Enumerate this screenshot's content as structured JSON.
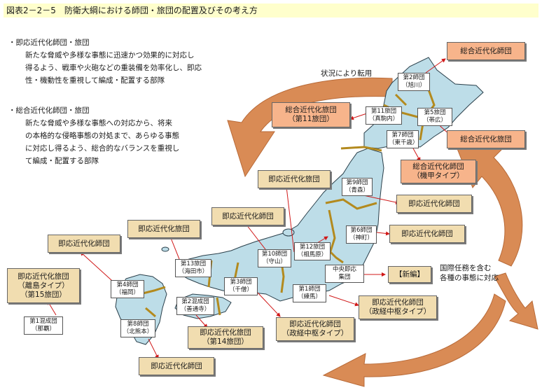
{
  "title": "図表2－2－5　防衛大綱における師団・旅団の配置及びその考え方",
  "descriptions": [
    {
      "heading": "・即応近代化師団・旅団",
      "body": "新たな脅威や多様な事態に迅速かつ効果的に対応し\n得るよう、戦車や火砲などの重装備を効率化し、即応\n性・機動性を重視して編成・配置する部隊"
    },
    {
      "heading": "・総合近代化師団・旅団",
      "body": "新たな脅威や多様な事態への対応から、将来\nの本格的な侵略事態の対処まで、あらゆる事態\nに対応し得るよう、総合的なバランスを重視し\nて編成・配置する部隊"
    }
  ],
  "arrow_labels": {
    "transfer": "状況により転用",
    "international": "国際任務を含む\n各種の事態に対応"
  },
  "units": [
    {
      "id": "d2",
      "text": "第2師団\n（旭川）"
    },
    {
      "id": "b11",
      "text": "第11旅団\n（真駒内）"
    },
    {
      "id": "b5",
      "text": "第5旅団\n（帯広）"
    },
    {
      "id": "d7",
      "text": "第7師団\n（東千歳）"
    },
    {
      "id": "d9",
      "text": "第9師団\n（青森）"
    },
    {
      "id": "d6",
      "text": "第6師団\n（神町）"
    },
    {
      "id": "d10",
      "text": "第10師団\n（守山）"
    },
    {
      "id": "b12",
      "text": "第12旅団\n（相馬原）"
    },
    {
      "id": "central",
      "text": "中央即応\n集団"
    },
    {
      "id": "d1",
      "text": "第1師団\n（練馬）"
    },
    {
      "id": "d3",
      "text": "第3師団\n（千僧）"
    },
    {
      "id": "b13",
      "text": "第13旅団\n（海田市）"
    },
    {
      "id": "d4",
      "text": "第4師団\n（福岡）"
    },
    {
      "id": "b2",
      "text": "第2混成団\n（善通寺）"
    },
    {
      "id": "d8",
      "text": "第8師団\n（北熊本）"
    },
    {
      "id": "cg1",
      "text": "第1混成団\n（那覇）"
    }
  ],
  "boxes": [
    {
      "id": "box-d2",
      "text": "総合近代化師団",
      "color": "salmon"
    },
    {
      "id": "box-b11",
      "text": "総合近代化旅団\n（第11旅団）",
      "color": "salmon"
    },
    {
      "id": "box-b5",
      "text": "総合近代化旅団",
      "color": "salmon"
    },
    {
      "id": "box-d7",
      "text": "総合近代化師団\n（機甲タイプ）",
      "color": "salmon"
    },
    {
      "id": "box-d9-upper",
      "text": "即応近代化旅団",
      "color": "tan"
    },
    {
      "id": "box-d9",
      "text": "即応近代化師団",
      "color": "tan"
    },
    {
      "id": "box-d6",
      "text": "即応近代化師団",
      "color": "tan"
    },
    {
      "id": "box-d10",
      "text": "即応近代化師団",
      "color": "tan"
    },
    {
      "id": "box-b13",
      "text": "即応近代化旅団",
      "color": "tan"
    },
    {
      "id": "box-d4",
      "text": "即応近代化師団",
      "color": "tan"
    },
    {
      "id": "box-cg1",
      "text": "即応近代化旅団\n（離島タイプ）\n（第15旅団）",
      "color": "tan"
    },
    {
      "id": "box-b2",
      "text": "即応近代化旅団\n（第14旅団）",
      "color": "tan"
    },
    {
      "id": "box-d3",
      "text": "即応近代化師団\n（政経中枢タイプ）",
      "color": "tan"
    },
    {
      "id": "box-d1",
      "text": "即応近代化師団\n（政経中枢タイプ）",
      "color": "tan"
    },
    {
      "id": "box-central",
      "text": "【新編】",
      "color": "tan"
    },
    {
      "id": "box-d8",
      "text": "即応近代化師団",
      "color": "tan"
    }
  ],
  "colors": {
    "land": "#bddde8",
    "boundary": "#b38a1e",
    "arrow": "#d98b55",
    "link": "#d01818"
  }
}
